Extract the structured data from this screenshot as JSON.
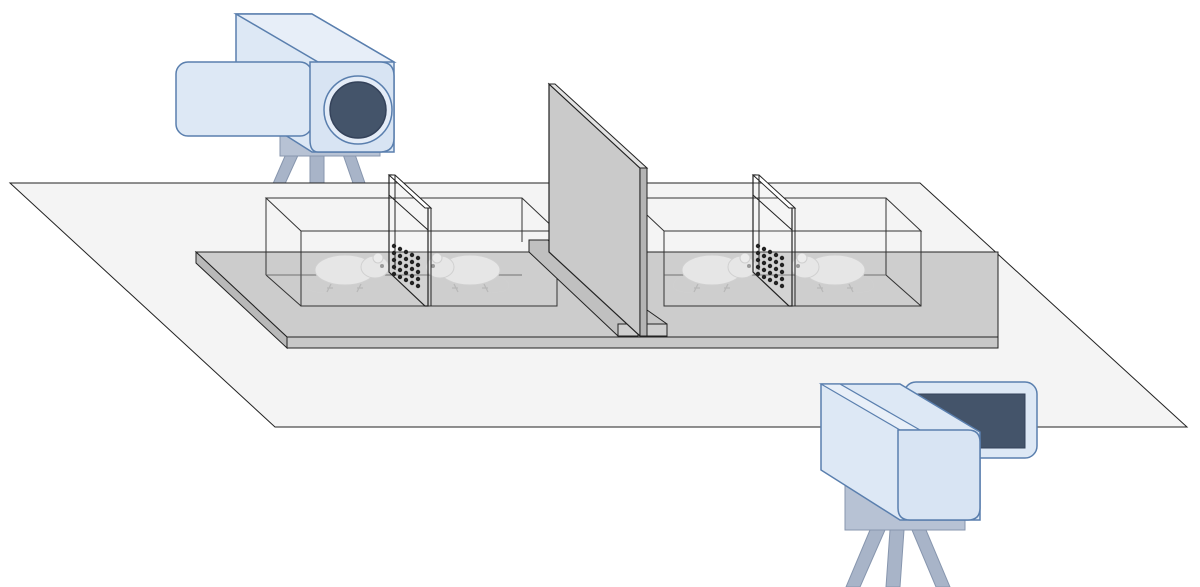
{
  "colors": {
    "background": "#ffffff",
    "floor": "#f4f4f4",
    "platform": "#cccccc",
    "divider": "#c8c8c8",
    "camera_body": "#dde8f5",
    "camera_outline": "#5a7fae",
    "camera_lens": "#44546a",
    "tripod": "#a8b4c8",
    "mouse": "#e6e6e6",
    "stroke": "#222222"
  },
  "icons": {
    "top_camera": "video-camera-icon",
    "bottom_camera": "video-camera-icon",
    "mouse": "mouse-icon"
  },
  "scene": {
    "cameras": 2,
    "chambers": 2,
    "mice_per_chamber": 2
  }
}
